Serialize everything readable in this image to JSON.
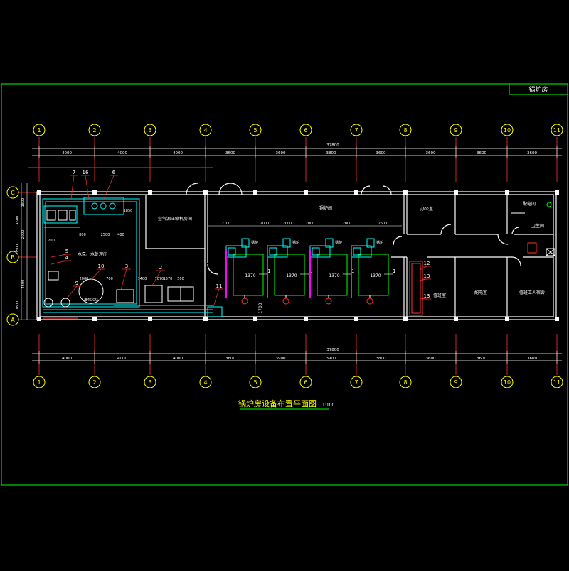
{
  "title_block": {
    "label": "锅炉房"
  },
  "drawing_title": {
    "text": "锅炉房设备布置平面图",
    "scale": "1:100"
  },
  "axes": {
    "columns": [
      "1",
      "2",
      "3",
      "4",
      "5",
      "6",
      "7",
      "8",
      "9",
      "10",
      "11"
    ],
    "rows": [
      "C",
      "B",
      "A"
    ],
    "top_total": "37800",
    "bottom_total": "37800",
    "top_spans": [
      "4000",
      "4000",
      "4000",
      "3600",
      "3600",
      "3800",
      "3600",
      "3600",
      "3600",
      "3600"
    ],
    "bottom_spans": [
      "4000",
      "4000",
      "4000",
      "3600",
      "3900",
      "3900",
      "3800",
      "3600",
      "3600",
      "3600"
    ],
    "left_dims": [
      "1800",
      "4500",
      "2000",
      "1500",
      "4500",
      "1800"
    ]
  },
  "rooms": {
    "water_room": "水泵、水处理间",
    "control_room": "空气源压缩机房间",
    "boiler_room": "锅炉间",
    "r_top1": "办公室",
    "r_top3": "配电间",
    "r_mid3": "卫生间",
    "r_bot1": "值班室",
    "r_bot2": "配电室",
    "r_bot3": "值班工人宿舍"
  },
  "boilers": {
    "labels": [
      "锅炉",
      "锅炉",
      "锅炉",
      "锅炉"
    ],
    "dims": [
      "1370",
      "1370",
      "1370",
      "1370"
    ],
    "tag": "1",
    "top_dims": [
      "2700",
      "2000",
      "2000",
      "2000",
      "2000",
      "2600"
    ]
  },
  "tags": [
    "7",
    "16",
    "6",
    "5",
    "4",
    "10",
    "3",
    "2",
    "9",
    "11",
    "12",
    "13",
    "13"
  ],
  "equip_dims": [
    "2000",
    "700",
    "1400",
    "1070",
    "1570",
    "500",
    "700",
    "800",
    "2500",
    "400",
    "1850"
  ],
  "pool": "Ⅲ4000",
  "vertical_dim": "1700"
}
